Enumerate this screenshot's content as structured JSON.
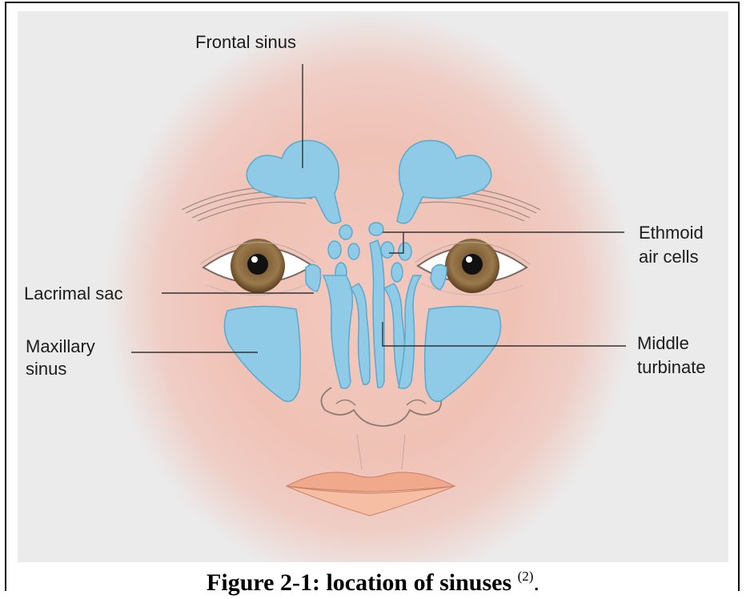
{
  "figure": {
    "labels": {
      "frontal_sinus": "Frontal sinus",
      "ethmoid_line1": "Ethmoid",
      "ethmoid_line2": "air cells",
      "lacrimal_sac": "Lacrimal sac",
      "maxillary_line1": "Maxillary",
      "maxillary_line2": "sinus",
      "middle_line1": "Middle",
      "middle_line2": "turbinate"
    },
    "colors": {
      "background": "#ebebeb",
      "skin": "#efc3b9",
      "sinus": "#8fcbe6",
      "sinus_edge": "#5aa9cf",
      "iris": "#8a6a3f",
      "lips": "#f0a98a"
    }
  },
  "caption": {
    "text": "Figure 2-1: location of sinuses",
    "reference": "(2)",
    "tail": "."
  }
}
